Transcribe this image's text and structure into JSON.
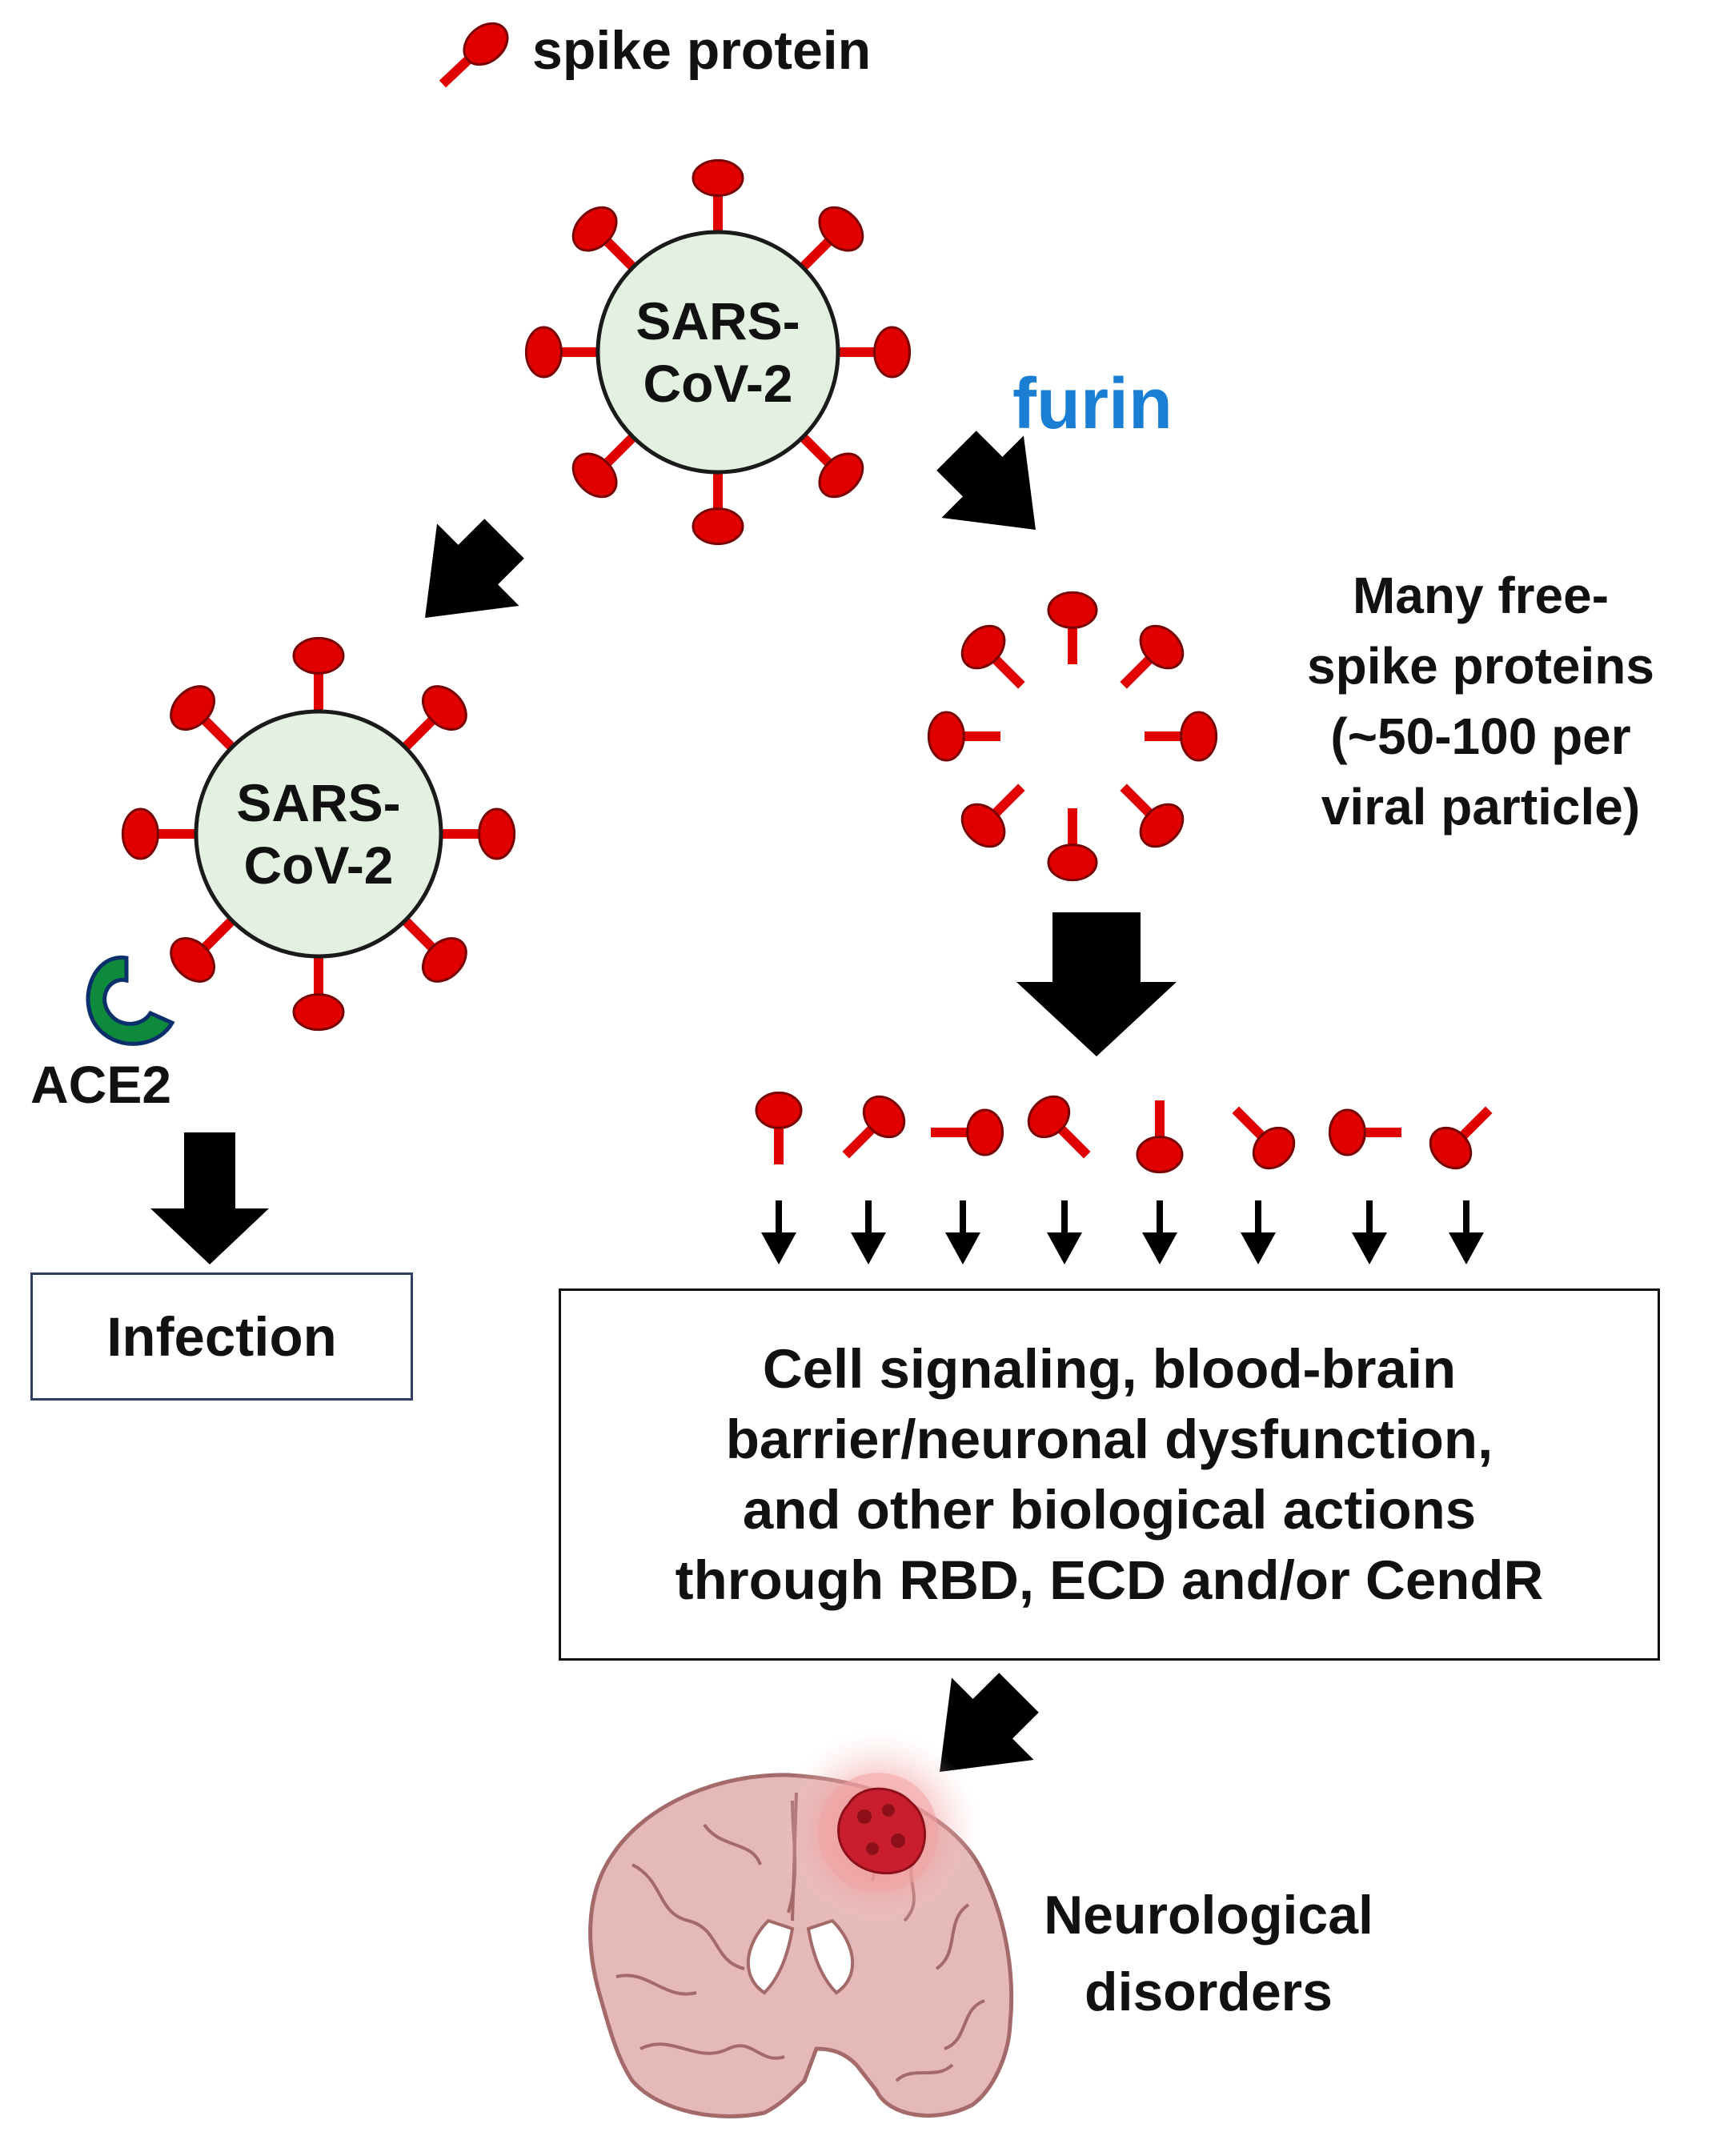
{
  "legend": {
    "label": "spike protein"
  },
  "virus_top": {
    "line1": "SARS-",
    "line2": "CoV-2"
  },
  "virus_left": {
    "line1": "SARS-",
    "line2": "CoV-2"
  },
  "furin_label": "furin",
  "free_spikes_label": [
    "Many free-",
    "spike proteins",
    "(~50-100 per",
    "viral particle)"
  ],
  "ace2_label": "ACE2",
  "infection_box": "Infection",
  "actions_box": [
    "Cell signaling, blood-brain",
    "barrier/neuronal dysfunction,",
    "and other biological actions",
    "through RBD, ECD and/or CendR"
  ],
  "outcome_label": [
    "Neurological",
    "disorders"
  ],
  "colors": {
    "spike_fill": "#e00000",
    "spike_stroke": "#7a0000",
    "virus_fill": "#e3f2e0",
    "virus_stroke": "#1a1a1a",
    "furin_text": "#1a7fd4",
    "ace2_fill": "#0d8a3c",
    "ace2_stroke": "#0a2f6b",
    "arrow": "#000000",
    "brain_fill": "#e5b9b9",
    "brain_stroke": "#a46a6a",
    "lesion_fill": "#c81e2e"
  }
}
